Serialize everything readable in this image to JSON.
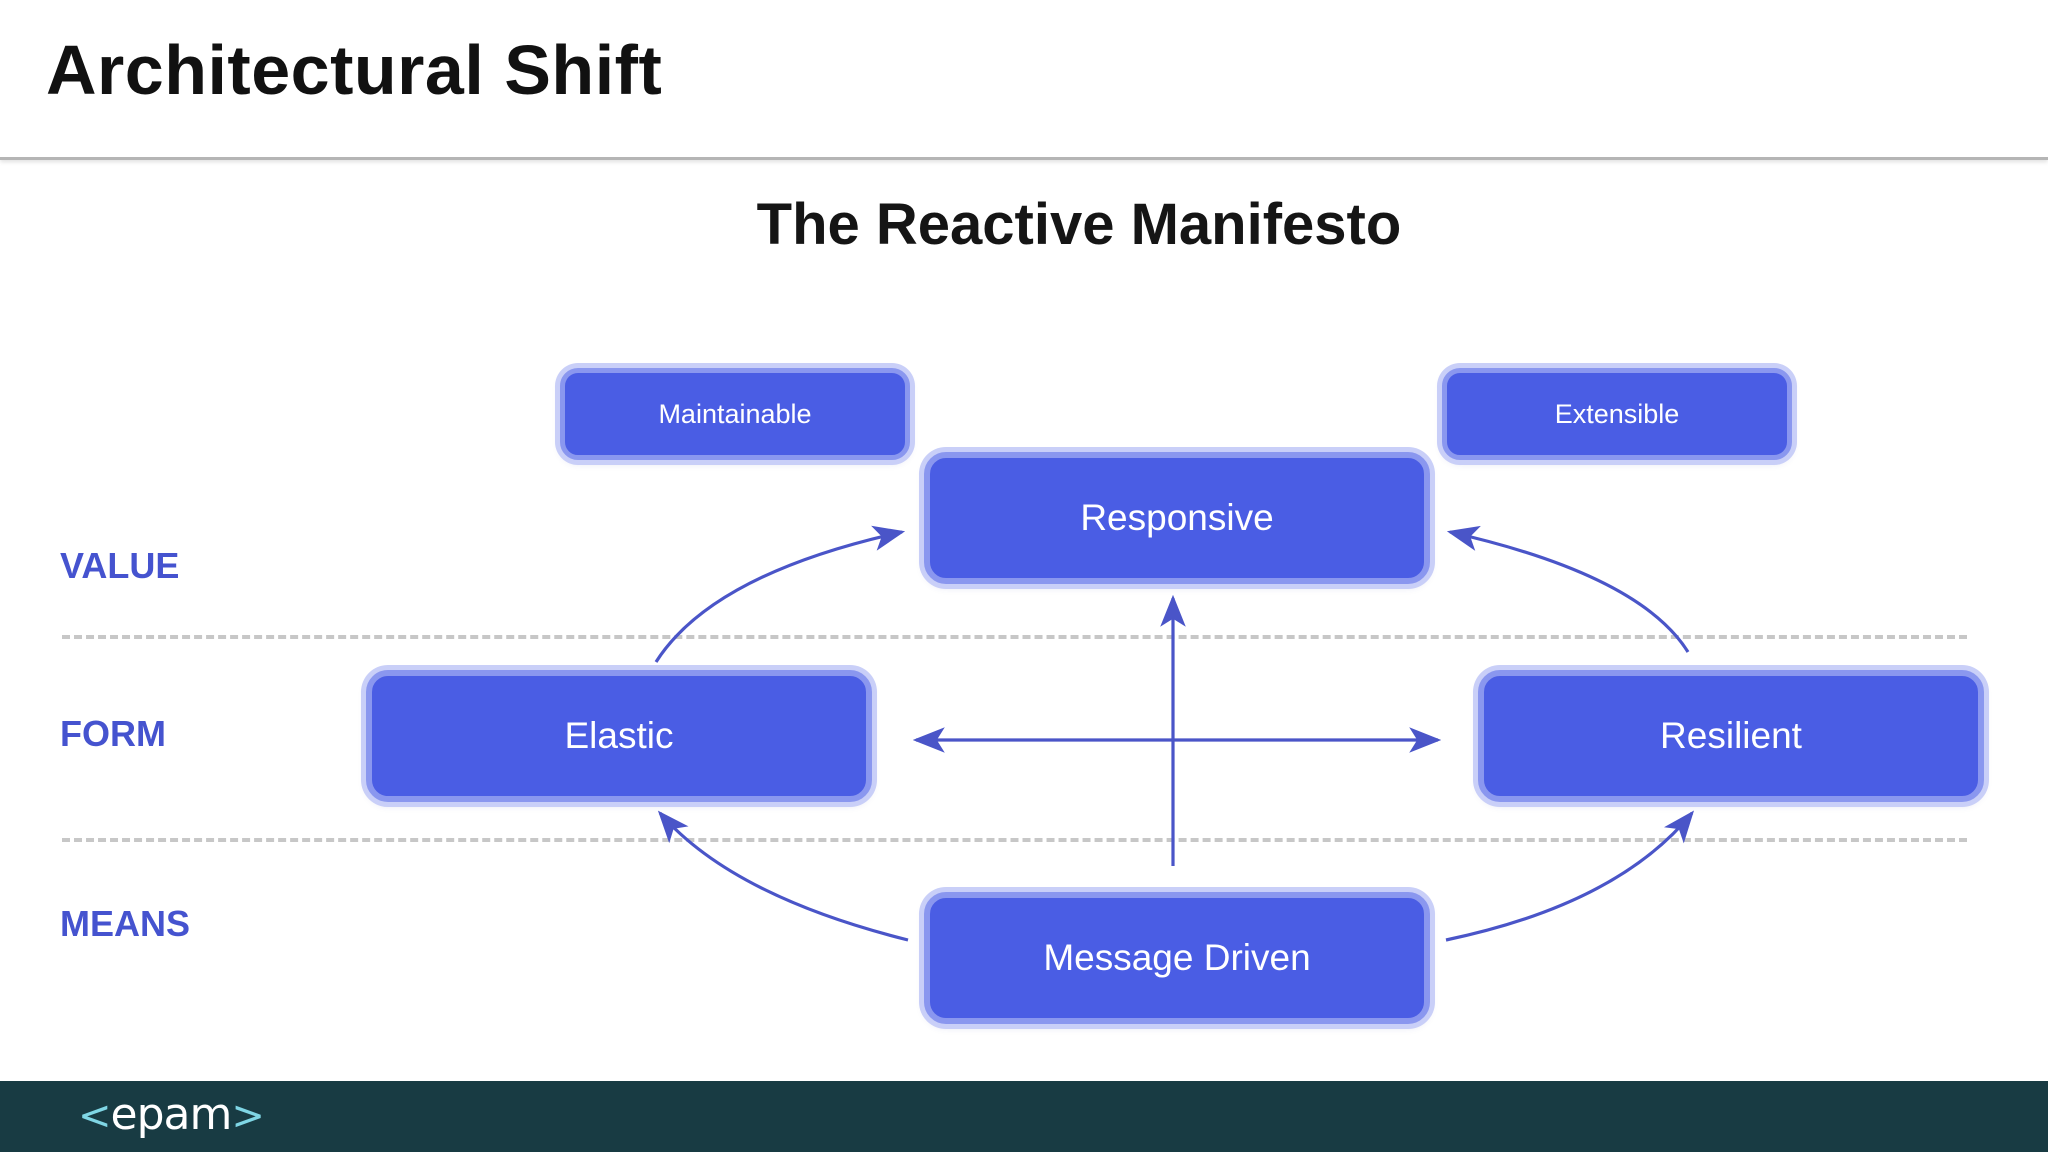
{
  "slide": {
    "title": "Architectural Shift"
  },
  "diagram": {
    "heading": "The Reactive Manifesto",
    "row_labels": {
      "value": "VALUE",
      "form": "FORM",
      "means": "MEANS"
    },
    "nodes": {
      "maintainable": "Maintainable",
      "extensible": "Extensible",
      "responsive": "Responsive",
      "elastic": "Elastic",
      "resilient": "Resilient",
      "message_driven": "Message Driven"
    },
    "colors": {
      "node_fill": "#4a5de4",
      "node_border": "#8a97ef",
      "arrow": "#4a55c8",
      "row_label": "#4553cf"
    }
  },
  "footer": {
    "logo_open": "<",
    "logo_text": "epam",
    "logo_close": ">"
  }
}
